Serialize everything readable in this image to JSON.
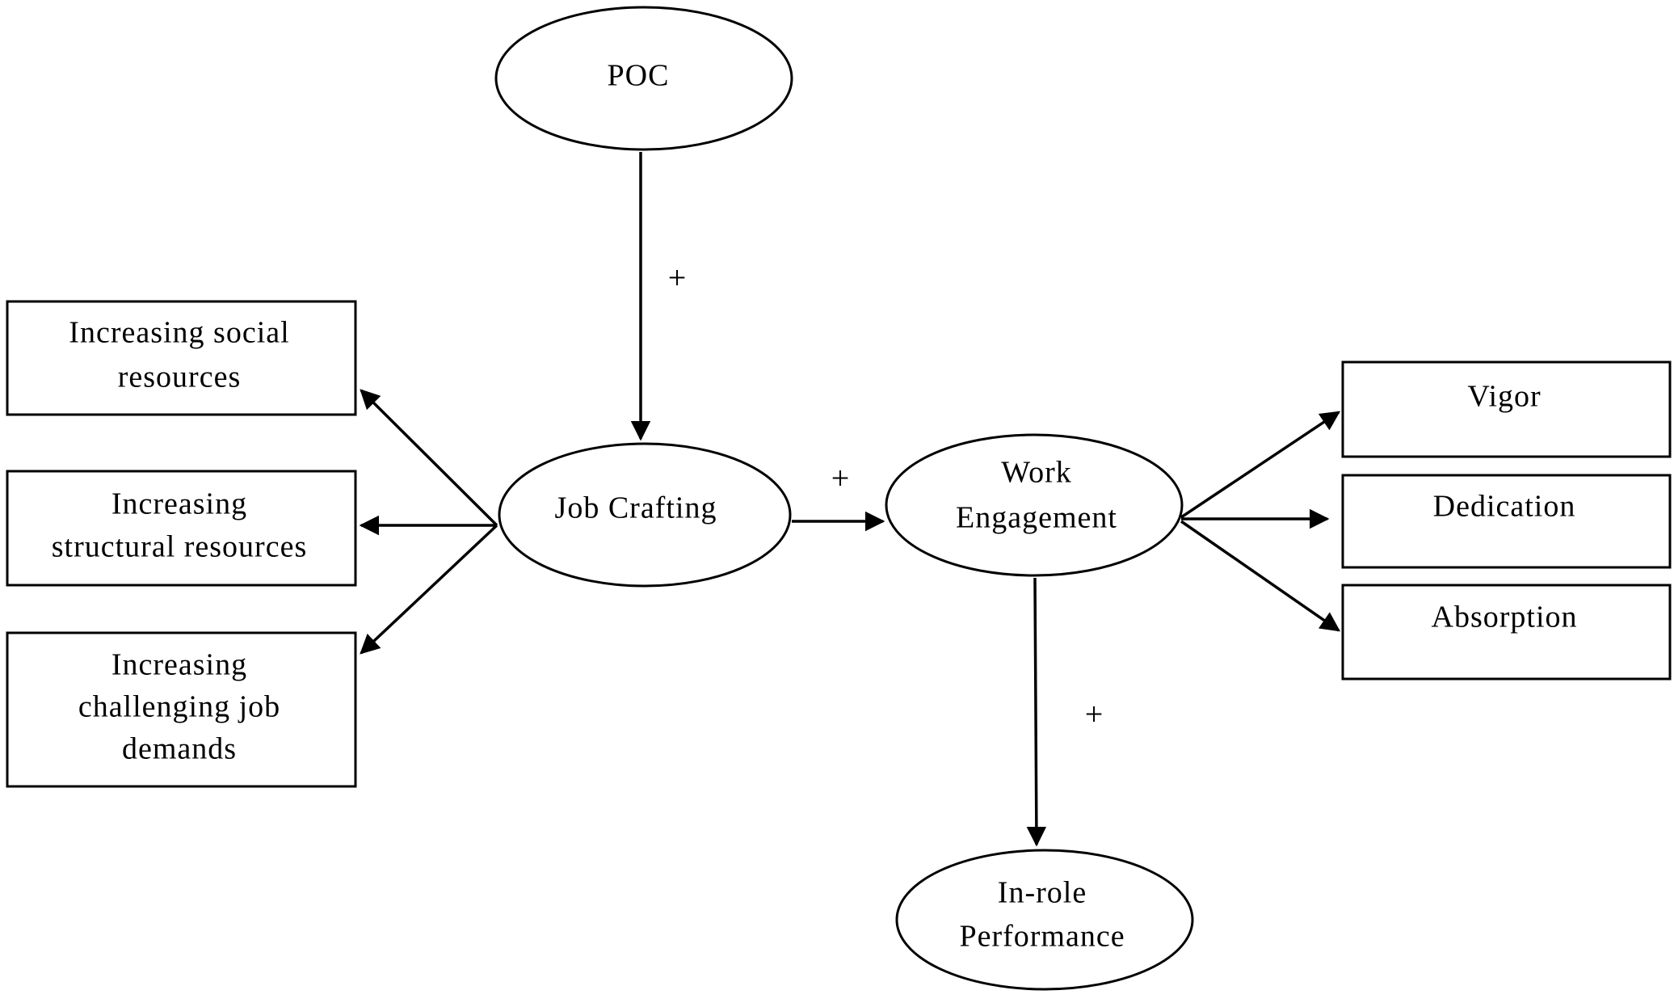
{
  "diagram": {
    "nodes": {
      "poc": {
        "lines": [
          "POC"
        ]
      },
      "job_crafting": {
        "lines": [
          "Job Crafting"
        ]
      },
      "work_engagement": {
        "lines": [
          "Work",
          "Engagement"
        ]
      },
      "in_role_performance": {
        "lines": [
          "In-role",
          "Performance"
        ]
      },
      "social_resources": {
        "lines": [
          "Increasing social",
          "resources"
        ]
      },
      "structural_resources": {
        "lines": [
          "Increasing",
          "structural resources"
        ]
      },
      "challenging_demands": {
        "lines": [
          "Increasing",
          "challenging job",
          "demands"
        ]
      },
      "vigor": {
        "lines": [
          "Vigor"
        ]
      },
      "dedication": {
        "lines": [
          "Dedication"
        ]
      },
      "absorption": {
        "lines": [
          "Absorption"
        ]
      }
    },
    "edges": [
      {
        "from": "poc",
        "to": "job_crafting",
        "sign": "+"
      },
      {
        "from": "job_crafting",
        "to": "work_engagement",
        "sign": "+"
      },
      {
        "from": "work_engagement",
        "to": "in_role_performance",
        "sign": "+"
      },
      {
        "from": "job_crafting",
        "to": "social_resources",
        "sign": ""
      },
      {
        "from": "job_crafting",
        "to": "structural_resources",
        "sign": ""
      },
      {
        "from": "job_crafting",
        "to": "challenging_demands",
        "sign": ""
      },
      {
        "from": "work_engagement",
        "to": "vigor",
        "sign": ""
      },
      {
        "from": "work_engagement",
        "to": "dedication",
        "sign": ""
      },
      {
        "from": "work_engagement",
        "to": "absorption",
        "sign": ""
      }
    ]
  }
}
